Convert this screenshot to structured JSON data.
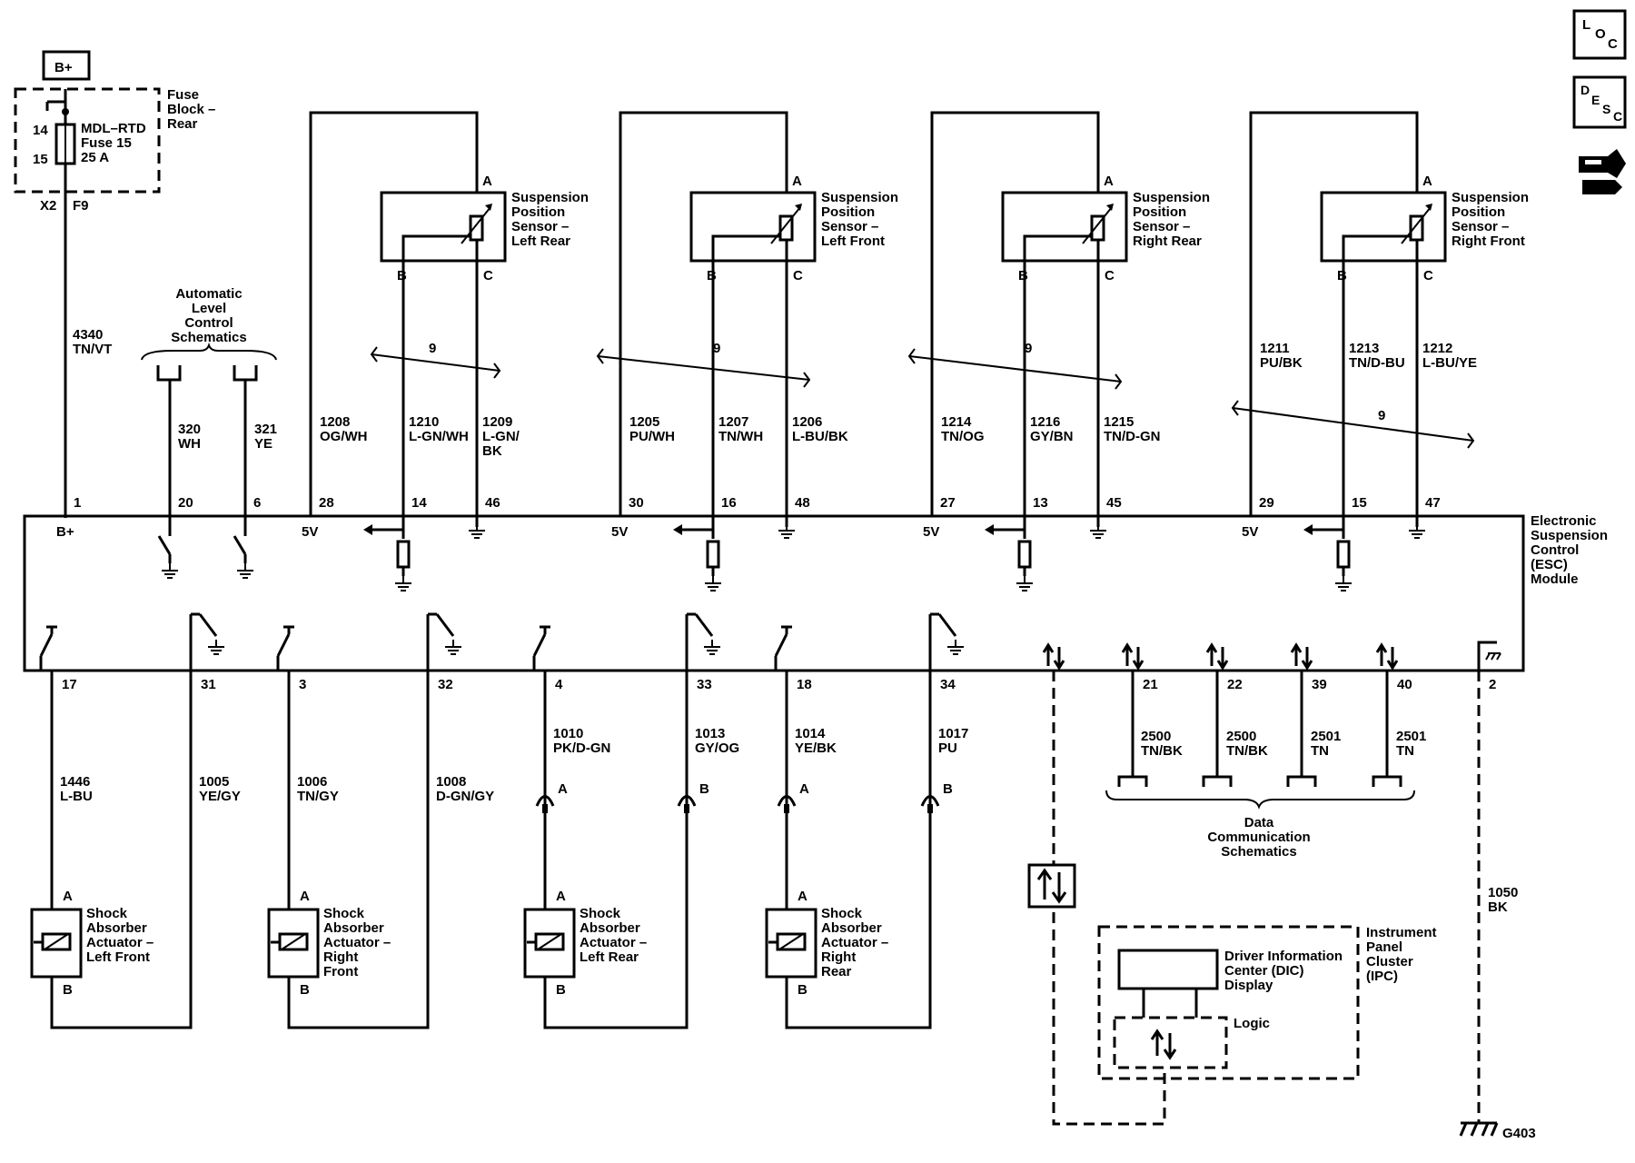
{
  "power": {
    "source": "B+",
    "fuse_block": [
      "Fuse",
      "Block –",
      "Rear"
    ],
    "fuse": [
      "MDL–RTD",
      "Fuse 15",
      "25 A"
    ],
    "fuse_pin_top": "14",
    "fuse_pin_bottom": "15",
    "conn_x2": "X2",
    "conn_f9": "F9",
    "wire": [
      "4340",
      "TN/VT"
    ]
  },
  "alc": {
    "title": [
      "Automatic",
      "Level",
      "Control",
      "Schematics"
    ],
    "w1": [
      "320",
      "WH"
    ],
    "w2": [
      "321",
      "YE"
    ]
  },
  "esc": {
    "name": [
      "Electronic",
      "Suspension",
      "Control",
      "(ESC)",
      "Module"
    ],
    "bplus": "B+",
    "five_v": "5V",
    "top_pins": [
      "1",
      "20",
      "6",
      "28",
      "14",
      "46",
      "30",
      "16",
      "48",
      "27",
      "13",
      "45",
      "29",
      "15",
      "47"
    ],
    "bottom_pins": [
      "17",
      "31",
      "3",
      "32",
      "4",
      "33",
      "18",
      "34",
      "21",
      "22",
      "39",
      "40",
      "2"
    ]
  },
  "sensors": [
    {
      "name": [
        "Suspension",
        "Position",
        "Sensor –",
        "Left Rear"
      ],
      "a": "A",
      "b": "B",
      "c": "C",
      "shield": "9",
      "w1": [
        "1208",
        "OG/WH"
      ],
      "w2": [
        "1210",
        "L-GN/WH"
      ],
      "w3": [
        "1209",
        "L-GN/",
        "BK"
      ]
    },
    {
      "name": [
        "Suspension",
        "Position",
        "Sensor –",
        "Left Front"
      ],
      "a": "A",
      "b": "B",
      "c": "C",
      "shield": "9",
      "w1": [
        "1205",
        "PU/WH"
      ],
      "w2": [
        "1207",
        "TN/WH"
      ],
      "w3": [
        "1206",
        "L-BU/BK"
      ]
    },
    {
      "name": [
        "Suspension",
        "Position",
        "Sensor –",
        "Right Rear"
      ],
      "a": "A",
      "b": "B",
      "c": "C",
      "shield": "9",
      "w1": [
        "1214",
        "TN/OG"
      ],
      "w2": [
        "1216",
        "GY/BN"
      ],
      "w3": [
        "1215",
        "TN/D-GN"
      ]
    },
    {
      "name": [
        "Suspension",
        "Position",
        "Sensor –",
        "Right Front"
      ],
      "a": "A",
      "b": "B",
      "c": "C",
      "shield": "9",
      "w1": [
        "1211",
        "PU/BK"
      ],
      "w2": [
        "1213",
        "TN/D-BU"
      ],
      "w3": [
        "1212",
        "L-BU/YE"
      ]
    }
  ],
  "actuators": [
    {
      "name": [
        "Shock",
        "Absorber",
        "Actuator –",
        "Left Front"
      ],
      "a": "A",
      "b": "B",
      "w1": [
        "1446",
        "L-BU"
      ],
      "w2": [
        "1005",
        "YE/GY"
      ]
    },
    {
      "name": [
        "Shock",
        "Absorber",
        "Actuator –",
        "Right",
        "Front"
      ],
      "a": "A",
      "b": "B",
      "w1": [
        "1006",
        "TN/GY"
      ],
      "w2": [
        "1008",
        "D-GN/GY"
      ]
    },
    {
      "name": [
        "Shock",
        "Absorber",
        "Actuator –",
        "Left Rear"
      ],
      "a": "A",
      "b": "B",
      "w1": [
        "1010",
        "PK/D-GN"
      ],
      "w2": [
        "1013",
        "GY/OG"
      ]
    },
    {
      "name": [
        "Shock",
        "Absorber",
        "Actuator –",
        "Right",
        "Rear"
      ],
      "a": "A",
      "b": "B",
      "w1": [
        "1014",
        "YE/BK"
      ],
      "w2": [
        "1017",
        "PU"
      ]
    }
  ],
  "data_comm": {
    "title": [
      "Data",
      "Communication",
      "Schematics"
    ],
    "w1": [
      "2500",
      "TN/BK"
    ],
    "w2": [
      "2500",
      "TN/BK"
    ],
    "w3": [
      "2501",
      "TN"
    ],
    "w4": [
      "2501",
      "TN"
    ]
  },
  "ipc": {
    "name": [
      "Instrument",
      "Panel",
      "Cluster",
      "(IPC)"
    ],
    "dic": [
      "Driver Information",
      "Center (DIC)",
      "Display"
    ],
    "logic": "Logic"
  },
  "ground": {
    "wire": [
      "1050",
      "BK"
    ],
    "label": "G403"
  },
  "nav": {
    "loc": [
      "L",
      "O",
      "C"
    ],
    "desc": [
      "D",
      "E",
      "S",
      "C"
    ]
  }
}
